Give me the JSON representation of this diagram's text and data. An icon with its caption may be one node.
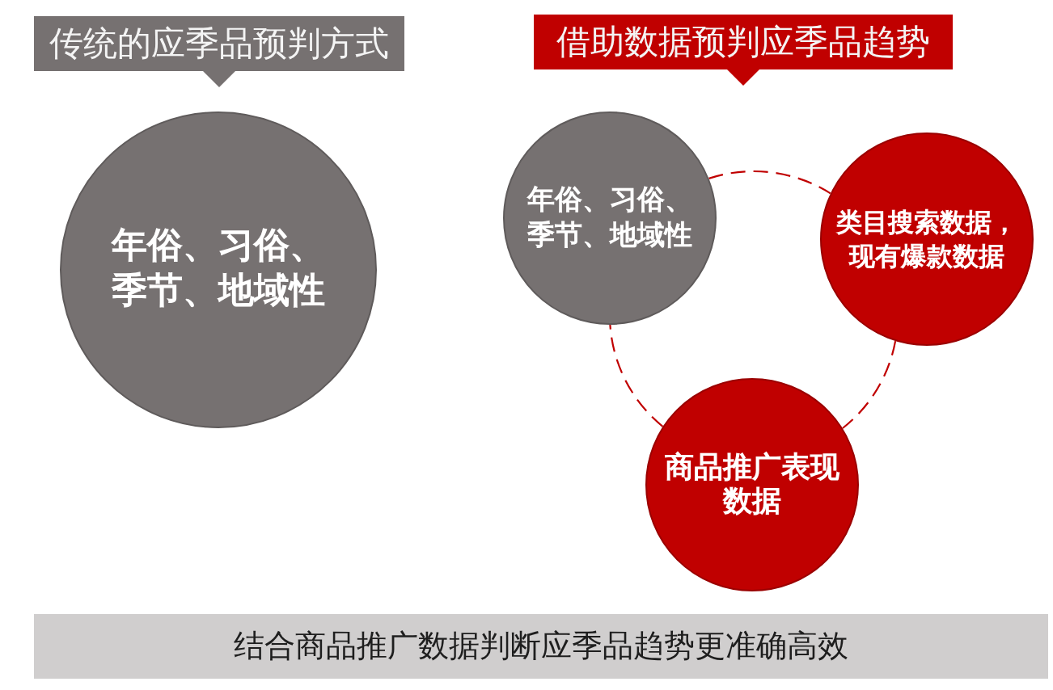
{
  "diagram": {
    "nodes": [
      {
        "text": [
          "传统的应季品预判方式"
        ]
      },
      {
        "text": [
          "年俗、习俗、季节、地域性"
        ]
      },
      {
        "text": [
          "借助数据预判应季品趋势"
        ]
      },
      {
        "text": [
          "年俗、习俗、季节、地域性"
        ]
      },
      {
        "text": [
          "类目搜索数据，现有爆款数据"
        ]
      },
      {
        "text": [
          "商品推广表现数据"
        ]
      },
      {
        "text": [
          "结合商品推广数据判断应季品趋势更准确高效"
        ]
      }
    ],
    "edges": [
      {
        "from": 3,
        "to": 4,
        "arrow": "none",
        "style": "dashed"
      },
      {
        "from": 4,
        "to": 5,
        "arrow": "none",
        "style": "dashed"
      },
      {
        "from": 5,
        "to": 3,
        "arrow": "none",
        "style": "dashed"
      }
    ]
  }
}
